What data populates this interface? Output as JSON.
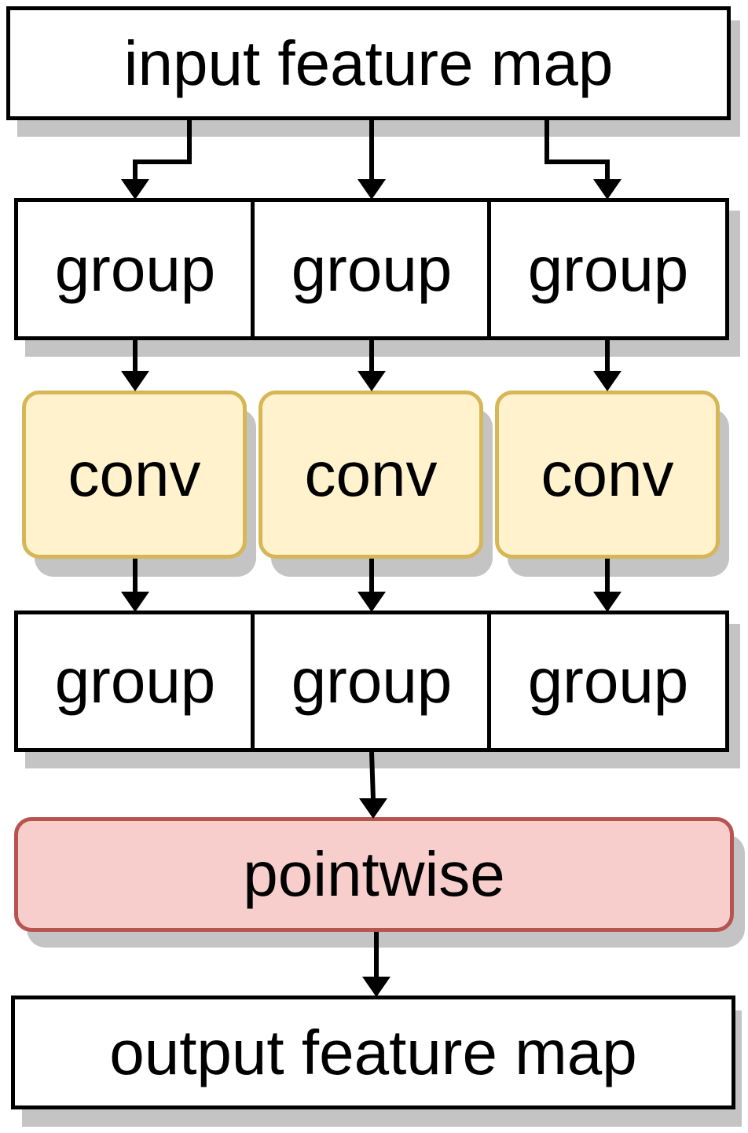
{
  "diagram": {
    "input": {
      "label": "input feature map"
    },
    "top_groups": [
      {
        "label": "group"
      },
      {
        "label": "group"
      },
      {
        "label": "group"
      }
    ],
    "convs": [
      {
        "label": "conv"
      },
      {
        "label": "conv"
      },
      {
        "label": "conv"
      }
    ],
    "bottom_groups": [
      {
        "label": "group"
      },
      {
        "label": "group"
      },
      {
        "label": "group"
      }
    ],
    "pointwise": {
      "label": "pointwise"
    },
    "output": {
      "label": "output feature map"
    }
  },
  "colors": {
    "conv_fill": "#fff2cc",
    "conv_stroke": "#d6b656",
    "pointwise_fill": "#f8cecc",
    "pointwise_stroke": "#b85450",
    "shadow": "#c4c4c4"
  }
}
